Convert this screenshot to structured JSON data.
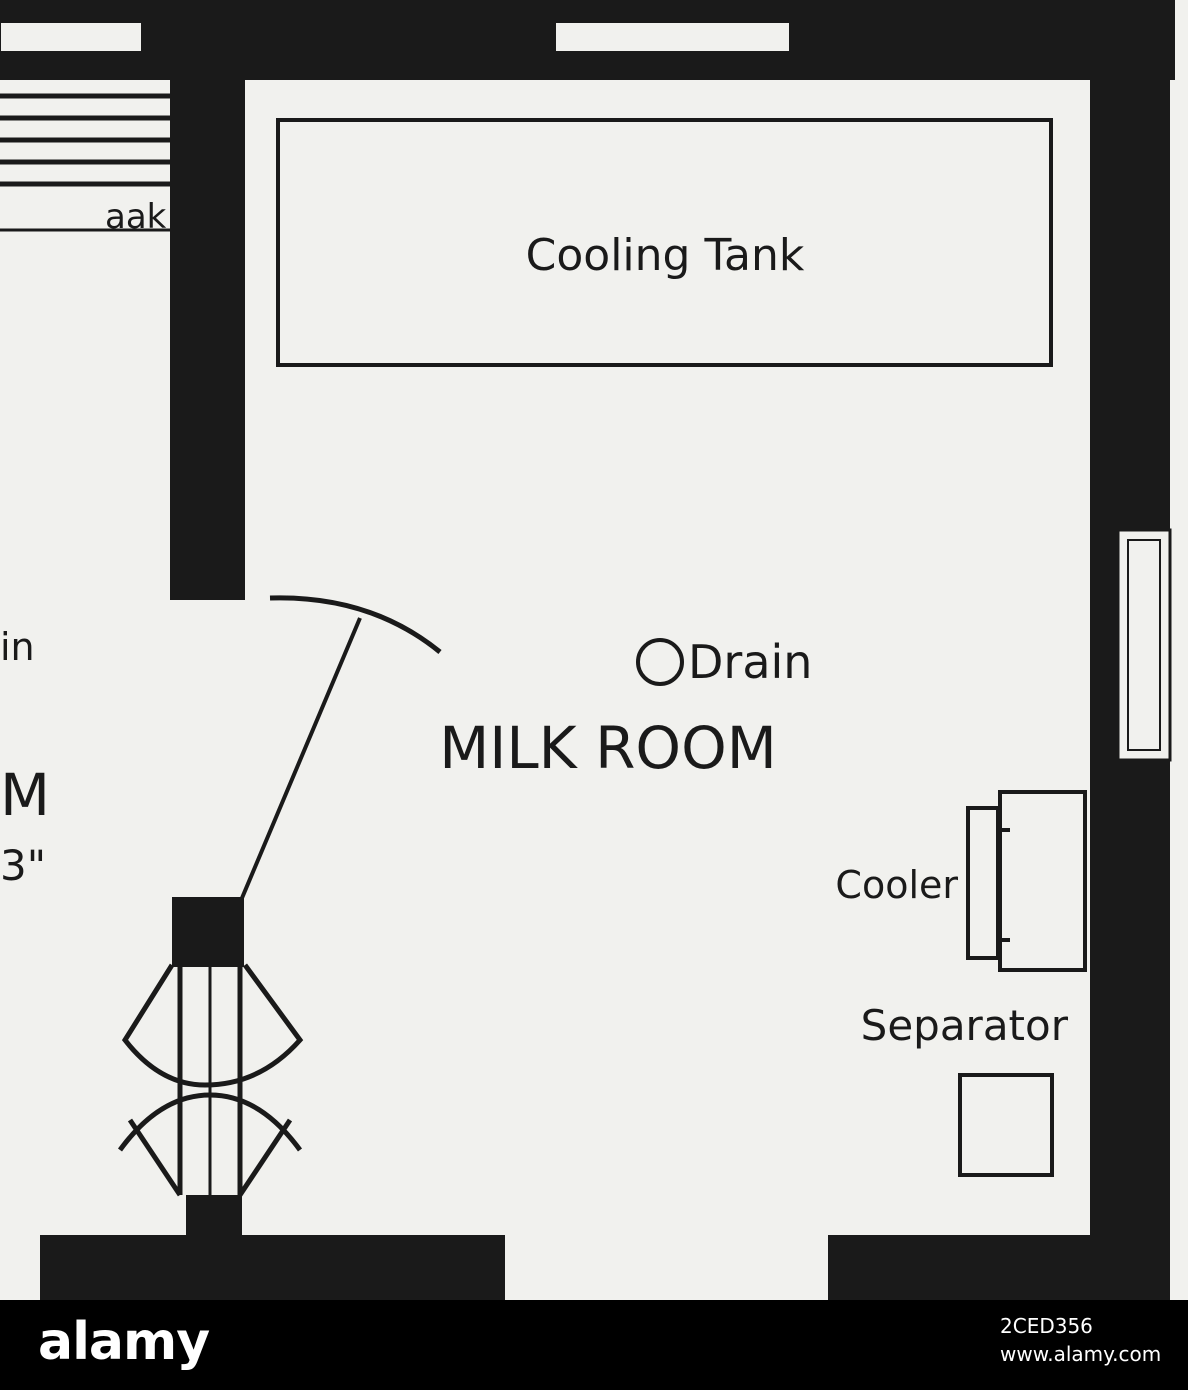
{
  "labels": {
    "cooling_tank": "Cooling Tank",
    "drain_right": "Drain",
    "milk_room": "MILK ROOM",
    "cooler": "Cooler",
    "separator": "Separator",
    "partial_top_left": "aak",
    "partial_drain_left": "in",
    "partial_room_left": "M",
    "partial_dim_left": "3\""
  },
  "watermark": {
    "logo": "alamy",
    "image_id": "2CED356",
    "site": "www.alamy.com"
  },
  "colors": {
    "wall": "#1a1a1a",
    "paper": "#f1f1ee",
    "footer": "#000000"
  }
}
